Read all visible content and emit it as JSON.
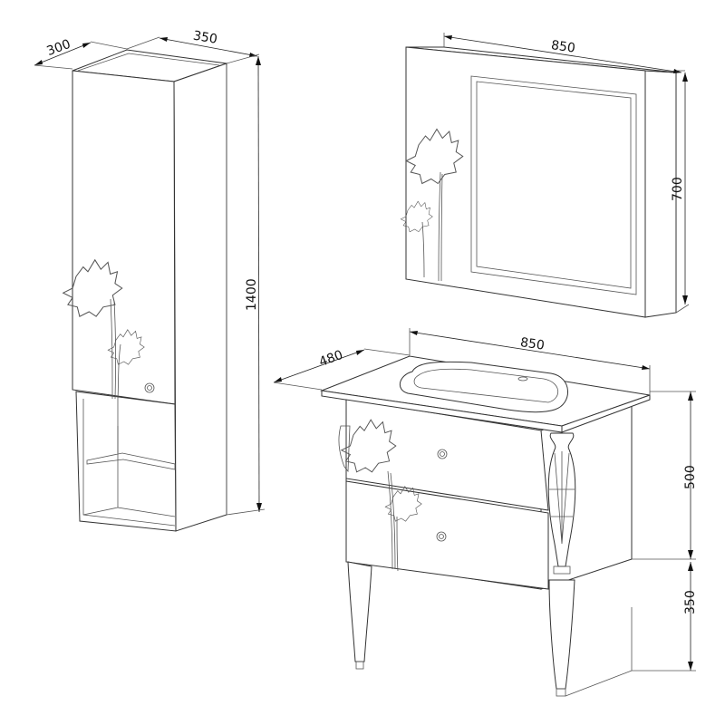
{
  "title": "Bathroom furniture set dimension drawing",
  "wall_cabinet": {
    "depth_label": "300",
    "width_label": "350",
    "height_label": "1400"
  },
  "mirror": {
    "width_label": "850",
    "height_label": "700"
  },
  "vanity": {
    "depth_label": "480",
    "width_label": "850",
    "cabinet_height_label": "500",
    "leg_height_label": "350"
  }
}
